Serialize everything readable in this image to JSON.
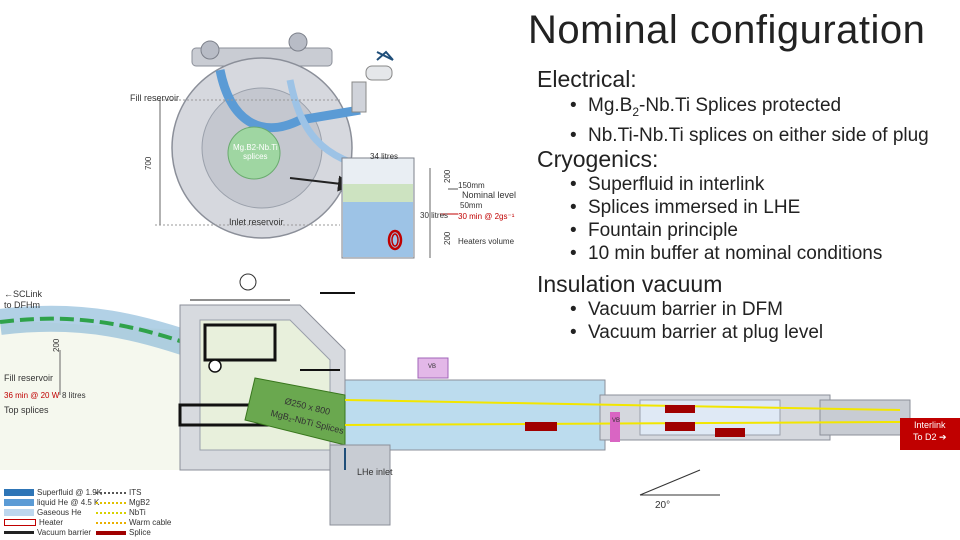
{
  "title": "Nominal configuration",
  "electrical": {
    "heading": "Electrical:",
    "items": [
      {
        "pre": "Mg.B",
        "sub": "2",
        "post": "-Nb.Ti Splices protected"
      },
      {
        "pre": "Nb.Ti-Nb.Ti splices on either side of plug",
        "sub": "",
        "post": ""
      }
    ]
  },
  "cryogenics": {
    "heading": "Cryogenics:",
    "items": [
      "Superfluid in interlink",
      "Splices immersed in LHE",
      "Fountain principle",
      "10 min buffer at nominal conditions"
    ]
  },
  "insulation": {
    "heading": "Insulation vacuum",
    "items": [
      "Vacuum barrier in DFM",
      "Vacuum barrier at plug level"
    ]
  },
  "diagram_labels": {
    "fill_reservoir_top": "Fill reservoir",
    "splice_label": "Mg.B2-Nb.Ti\nsplices",
    "liters_34": "34 litres",
    "inlet_reservoir": "Inlet reservoir",
    "mm_150": "150mm",
    "nominal_level": "Nominal level",
    "mm_50": "50mm",
    "liters_30": "30 litres",
    "min_30": "30 min @ 2gs⁻¹",
    "heaters_volume": "Heaters volume",
    "dim_700": "700",
    "dim_200a": "200",
    "dim_200b": "200",
    "dim_200c": "200",
    "sclink": "←SCLink\nto DFHm",
    "fill_reservoir_bottom": "Fill reservoir",
    "min_36": "36 min @ 20 W",
    "liters_8": "8 litres",
    "top_splices": "Top splices",
    "pipe_text1": "Ø250 x 800",
    "pipe_text2": "MgB₂-NbTi Splices",
    "lhe_inlet": "LHe inlet",
    "vb": "VB",
    "vb2": "VB",
    "interlink": "Interlink\nTo D2 ➔",
    "angle": "20°"
  },
  "legend": {
    "left": [
      {
        "label": "Superfluid @ 1.9K",
        "color": "#2e75b6"
      },
      {
        "label": "liquid He @ 4.5 K",
        "color": "#5b9bd5"
      },
      {
        "label": "Gaseous He",
        "color": "#bdd7ee"
      },
      {
        "label": "Heater",
        "color": "#c00000"
      },
      {
        "label": "Vacuum barrier",
        "color": "#222222"
      }
    ],
    "right": [
      {
        "label": "ITS",
        "color": "#555555"
      },
      {
        "label": "MgB2",
        "color": "#555555"
      },
      {
        "label": "NbTi",
        "color": "#555555"
      },
      {
        "label": "Warm cable",
        "color": "#555555"
      },
      {
        "label": "Splice",
        "color": "#a00000"
      }
    ]
  }
}
